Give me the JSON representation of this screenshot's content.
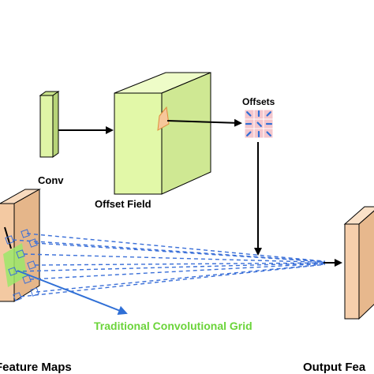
{
  "labels": {
    "conv": "Conv",
    "offset_field": "Offset Field",
    "offsets": "Offsets",
    "input_maps": "Feature Maps",
    "output_maps": "Output Fea",
    "grid_caption": "Traditional Convolutional Grid"
  },
  "colors": {
    "conv_fill": "#dff5a6",
    "offset_field_fill": "#e2f8a8",
    "offset_patch": "#f6c79a",
    "feature_map_fill": "#f3c9a2",
    "output_map_fill": "#f6cfac",
    "offsets_cell": "#f4c6cc",
    "offsets_arrow": "#2f6fd6",
    "dashed_lines": "#3a6fd8",
    "grid_caption_text": "#6bd43a",
    "callout_arrow": "#2f6fd6",
    "green_patch": "#9be86a"
  },
  "icons": {
    "offset_arrows": "small-blue-arrows-icon"
  }
}
